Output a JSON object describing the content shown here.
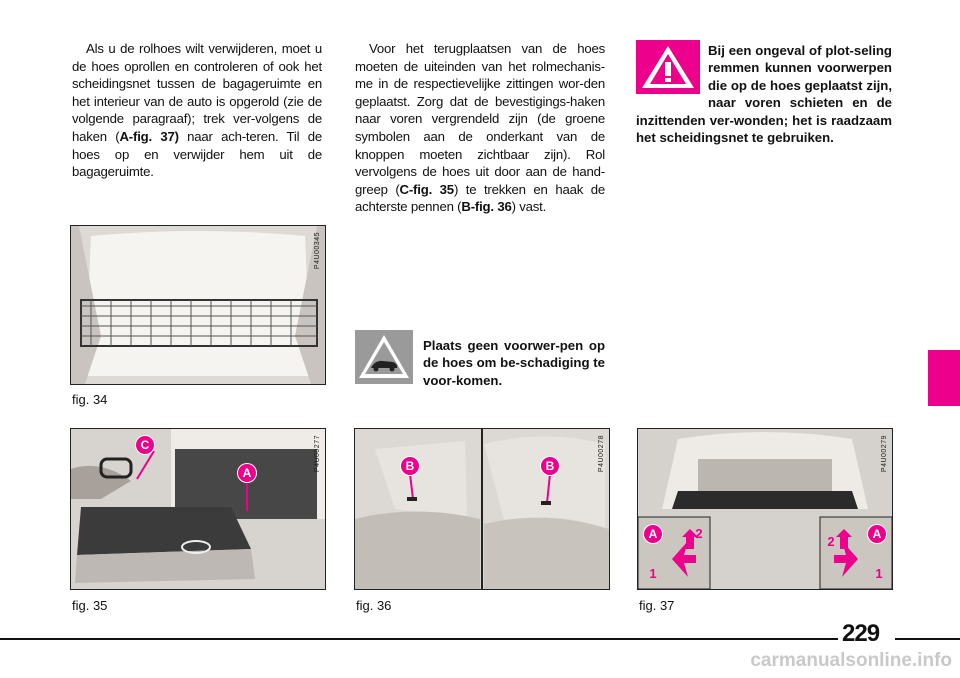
{
  "col1": {
    "paragraph_a": "Als u de rolhoes wilt verwijderen, moet u de hoes oprollen en controleren of ook het scheidingsnet tussen de bagageruimte en het interieur van de auto is opgerold (zie de volgende paragraaf); trek ver-volgens de haken (",
    "ref": "A-fig. 37)",
    "paragraph_b": " naar ach-teren. Til de hoes op en verwijder hem uit de bagageruimte."
  },
  "col2": {
    "p1": "Voor het terugplaatsen van de hoes moeten de uiteinden van het rolmechanis-me in de respectievelijke zittingen wor-den geplaatst. Zorg dat de bevestigings-haken naar voren vergrendeld zijn (de groene symbolen aan de onderkant van de knoppen moeten zichtbaar zijn). Rol vervolgens de hoes uit door aan de hand-greep (",
    "ref1": "C-fig. 35",
    "p2": ") te trekken en haak de achterste pennen (",
    "ref2": "B-fig. 36",
    "p3": ") vast."
  },
  "warning_top": "Bij een ongeval of plot-seling remmen kunnen voorwerpen die op de hoes geplaatst zijn, naar voren schieten en de inzittenden ver-wonden; het is raadzaam het scheidingsnet te gebruiken.",
  "warning_mid": "Plaats geen voorwer-pen op de hoes om be-schadiging te voor-komen.",
  "figures": {
    "fig34": {
      "caption": "fig. 34",
      "code": "P4U00345"
    },
    "fig35": {
      "caption": "fig. 35",
      "code": "P4U00277",
      "labels": [
        "C",
        "A"
      ]
    },
    "fig36": {
      "caption": "fig. 36",
      "code": "P4U00278",
      "labels": [
        "B",
        "B"
      ]
    },
    "fig37": {
      "caption": "fig. 37",
      "code": "P4U00279",
      "labels": [
        "A",
        "A",
        "1",
        "2",
        "2",
        "1"
      ]
    }
  },
  "page_number": "229",
  "watermark": "carmanualsonline.info",
  "colors": {
    "accent": "#ec008c"
  }
}
